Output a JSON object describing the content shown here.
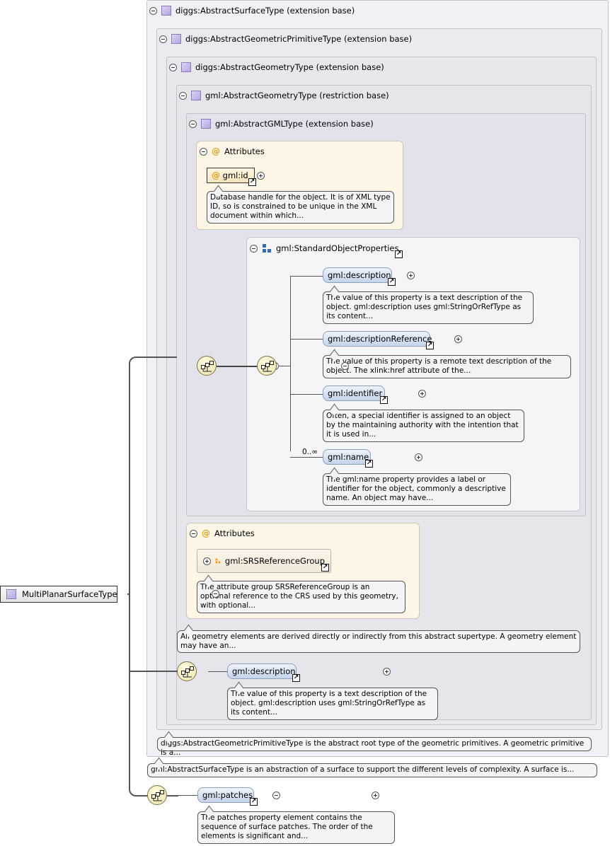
{
  "root": {
    "label": "MultiPlanarSurfaceType"
  },
  "boxes": [
    {
      "label": "diggs:AbstractSurfaceType (extension base)"
    },
    {
      "label": "diggs:AbstractGeometricPrimitiveType (extension base)"
    },
    {
      "label": "diggs:AbstractGeometryType (extension base)"
    },
    {
      "label": "gml:AbstractGeometryType (restriction base)"
    },
    {
      "label": "gml:AbstractGMLType (extension base)"
    }
  ],
  "gml_attributes": {
    "title": "Attributes",
    "id_label": "gml:id",
    "id_doc": "Database handle for the object. It is of XML type ID, so is constrained to be unique in the XML document within which..."
  },
  "standard_object_properties": {
    "label": "gml:StandardObjectProperties",
    "elements": [
      {
        "label": "gml:description",
        "doc": "The value of this property is a text description of the object. gml:description uses gml:StringOrRefType as its content..."
      },
      {
        "label": "gml:descriptionReference",
        "doc": "The value of this property is a remote text description of the object. The xlink:href attribute of the..."
      },
      {
        "label": "gml:identifier",
        "doc": "Often, a special identifier is assigned to an object by the maintaining authority with the intention that it is used in..."
      },
      {
        "label": "gml:name",
        "doc": "The gml:name property provides a label or identifier for the object, commonly a descriptive name. An object may have..."
      }
    ],
    "name_multiplicity": "0..∞"
  },
  "geometry_attributes": {
    "title": "Attributes",
    "group_label": "gml:SRSReferenceGroup",
    "group_doc": "The attribute group SRSReferenceGroup is an optional reference to the CRS used by this geometry, with optional..."
  },
  "gml_abstract_geometry_doc": "All geometry elements are derived directly or indirectly from this abstract supertype. A geometry element may have an...",
  "diggs_description": {
    "label": "gml:description",
    "doc": "The value of this property is a text description of the object. gml:description uses gml:StringOrRefType as its content..."
  },
  "primitive_doc": "diggs:AbstractGeometricPrimitiveType is the abstract root type of the geometric primitives. A geometric primitive is a...",
  "surface_doc": "gml:AbstractSurfaceType is an abstraction of a surface to support the different levels of complexity. A surface is...",
  "patches": {
    "label": "gml:patches",
    "doc": "The patches property element contains the sequence of surface patches. The order of the elements is significant and..."
  },
  "icons": {
    "type": "type-icon",
    "attribute": "at-icon",
    "sequence": "sequence-compositor-icon",
    "group": "group-icon",
    "link": "link-arrow-icon"
  }
}
